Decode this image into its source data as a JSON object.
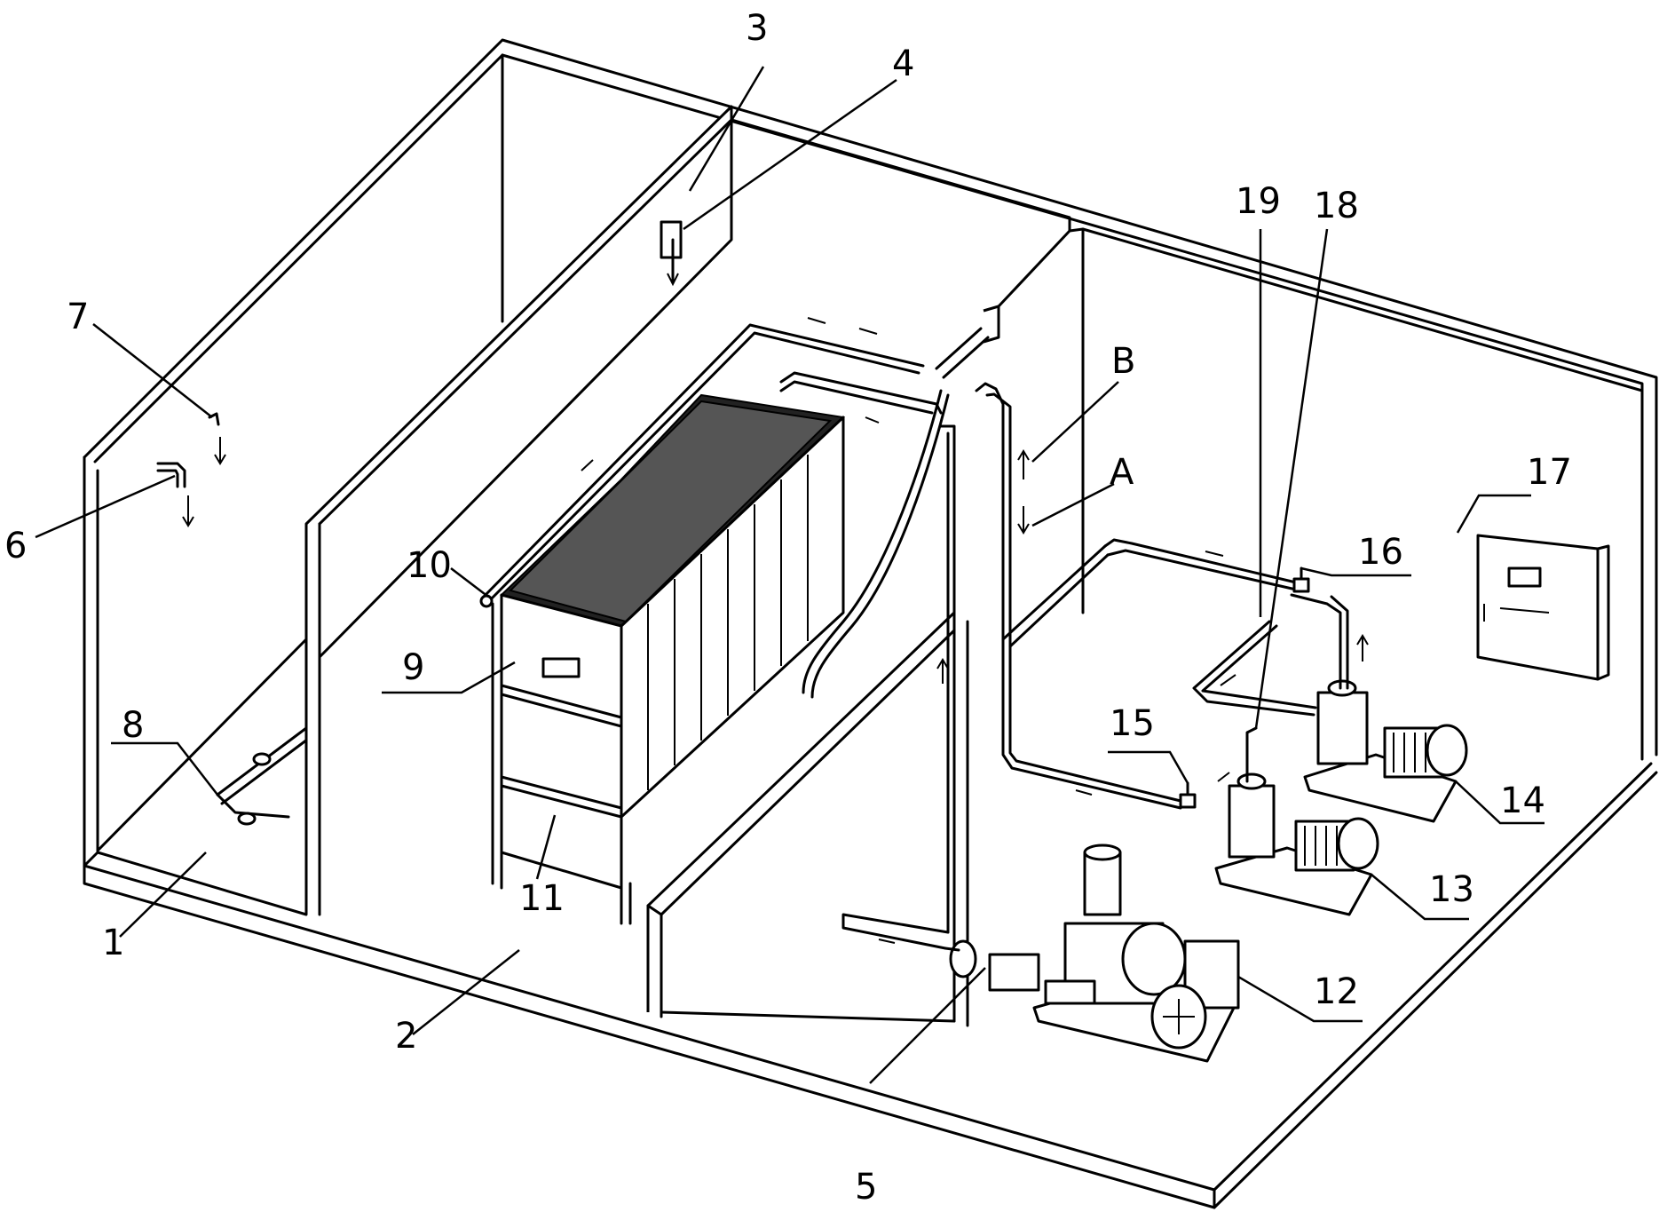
{
  "labels": {
    "l1": "1",
    "l2": "2",
    "l3": "3",
    "l4": "4",
    "l5": "5",
    "l6": "6",
    "l7": "7",
    "l8": "8",
    "l9": "9",
    "l10": "10",
    "l11": "11",
    "l12": "12",
    "l13": "13",
    "l14": "14",
    "l15": "15",
    "l16": "16",
    "l17": "17",
    "l18": "18",
    "l19": "19",
    "lA": "A",
    "lB": "B"
  }
}
